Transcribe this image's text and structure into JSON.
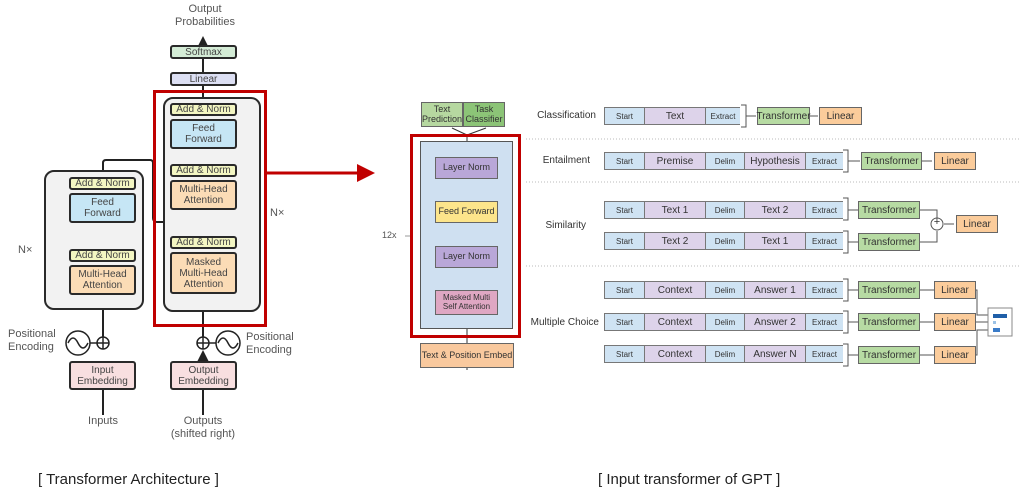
{
  "left_diagram": {
    "title": "Transformer Architecture",
    "caption": "[ Transformer Architecture ]",
    "output_label": "Output\nProbabilities",
    "softmax": "Softmax",
    "linear": "Linear",
    "encoder": {
      "add_norm_top": "Add & Norm",
      "feed_forward": "Feed\nForward",
      "add_norm_bottom": "Add & Norm",
      "attention": "Multi-Head\nAttention",
      "repeat": "N×"
    },
    "decoder": {
      "add_norm_1": "Add & Norm",
      "feed_forward": "Feed\nForward",
      "add_norm_2": "Add & Norm",
      "attention": "Multi-Head\nAttention",
      "add_norm_3": "Add & Norm",
      "masked_attention": "Masked\nMulti-Head\nAttention",
      "repeat": "N×"
    },
    "pos_enc_left": "Positional\nEncoding",
    "pos_enc_right": "Positional\nEncoding",
    "input_embedding": "Input\nEmbedding",
    "output_embedding": "Output\nEmbedding",
    "inputs": "Inputs",
    "outputs": "Outputs\n(shifted right)"
  },
  "right_diagram": {
    "caption": "[ Input transformer of GPT ]",
    "heads": [
      "Text\nPrediction",
      "Task\nClassifier"
    ],
    "layer_norm_top": "Layer Norm",
    "feed_forward": "Feed Forward",
    "layer_norm_bottom": "Layer Norm",
    "masked_attention": "Masked Multi\nSelf Attention",
    "embed": "Text & Position Embed",
    "repeat": "12x",
    "tasks": [
      {
        "name": "Classification",
        "rows": [
          [
            "Start",
            "Text",
            "Extract"
          ]
        ]
      },
      {
        "name": "Entailment",
        "rows": [
          [
            "Start",
            "Premise",
            "Delim",
            "Hypothesis",
            "Extract"
          ]
        ]
      },
      {
        "name": "Similarity",
        "rows": [
          [
            "Start",
            "Text 1",
            "Delim",
            "Text 2",
            "Extract"
          ],
          [
            "Start",
            "Text 2",
            "Delim",
            "Text 1",
            "Extract"
          ]
        ]
      },
      {
        "name": "Multiple Choice",
        "rows": [
          [
            "Start",
            "Context",
            "Delim",
            "Answer 1",
            "Extract"
          ],
          [
            "Start",
            "Context",
            "Delim",
            "Answer 2",
            "Extract"
          ],
          [
            "Start",
            "Context",
            "Delim",
            "Answer N",
            "Extract"
          ]
        ]
      }
    ],
    "transformer_label": "Transformer",
    "linear_label": "Linear",
    "plus_symbol": "+"
  },
  "colors": {
    "highlight": "#c00000",
    "token_blue": "#cfe3f3",
    "token_purple": "#ddd3ea",
    "transformer_green": "#b7dba3",
    "linear_orange": "#fbcc9b"
  }
}
